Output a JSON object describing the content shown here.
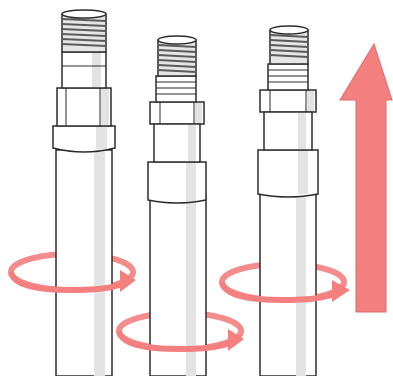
{
  "illustration": {
    "hoses": [
      {
        "name": "hose-left"
      },
      {
        "name": "hose-middle"
      },
      {
        "name": "hose-right"
      }
    ],
    "rotation_arrows": 3,
    "lift_arrow": true
  },
  "colors": {
    "outline": "#2b2b2b",
    "hose_fill": "#ffffff",
    "hose_shadow": "#e3e3e3",
    "thread_light": "#e6e6e6",
    "thread_dark": "#5a5a5a",
    "arrow_fill": "#f47f7f",
    "arrow_stroke": "#e06a6a"
  }
}
